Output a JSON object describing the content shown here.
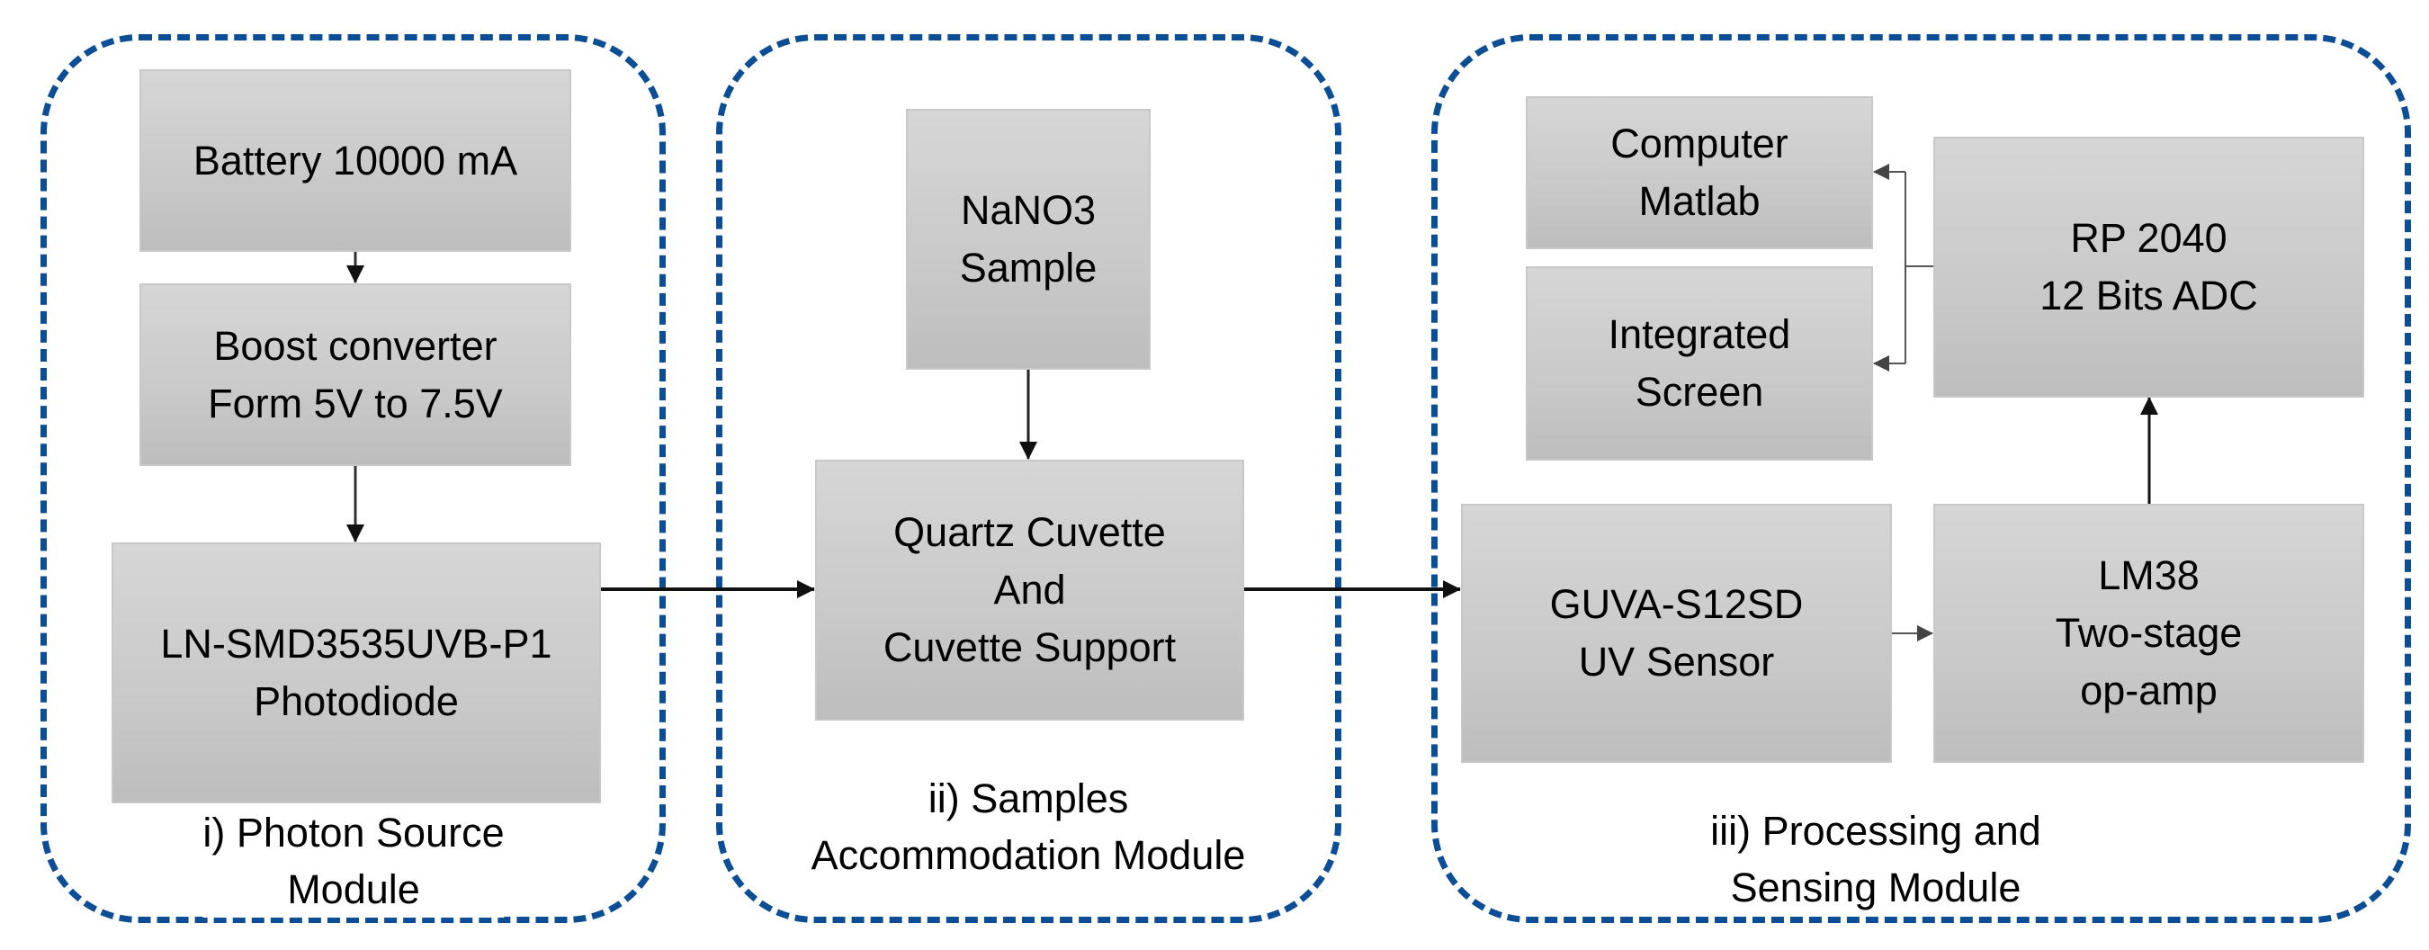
{
  "diagram": {
    "modules": [
      {
        "id": "photon-source",
        "label_lines": [
          "i) Photon Source",
          "Module"
        ]
      },
      {
        "id": "samples-accommodation",
        "label_lines": [
          "ii) Samples",
          "Accommodation Module"
        ]
      },
      {
        "id": "processing-sensing",
        "label_lines": [
          "iii) Processing and",
          "Sensing Module"
        ]
      }
    ],
    "blocks": {
      "battery": {
        "lines": [
          "Battery 10000 mA"
        ]
      },
      "boost": {
        "lines": [
          "Boost converter",
          "Form 5V to 7.5V"
        ]
      },
      "photodiode": {
        "lines": [
          "LN-SMD3535UVB-P1",
          "Photodiode"
        ]
      },
      "sample": {
        "lines": [
          "NaNO3",
          "Sample"
        ]
      },
      "cuvette": {
        "lines": [
          "Quartz Cuvette",
          "And",
          "Cuvette Support"
        ]
      },
      "computer": {
        "lines": [
          "Computer",
          "Matlab"
        ]
      },
      "screen": {
        "lines": [
          "Integrated",
          "Screen"
        ]
      },
      "mcu": {
        "lines": [
          "RP 2040",
          "12 Bits ADC"
        ]
      },
      "sensor": {
        "lines": [
          "GUVA-S12SD",
          "UV Sensor"
        ]
      },
      "amplifier": {
        "lines": [
          "LM38",
          "Two-stage",
          "op-amp"
        ]
      }
    },
    "connections": [
      {
        "from": "battery",
        "to": "boost"
      },
      {
        "from": "boost",
        "to": "photodiode"
      },
      {
        "from": "photodiode",
        "to": "cuvette"
      },
      {
        "from": "sample",
        "to": "cuvette"
      },
      {
        "from": "cuvette",
        "to": "sensor"
      },
      {
        "from": "sensor",
        "to": "amplifier"
      },
      {
        "from": "amplifier",
        "to": "mcu"
      },
      {
        "from": "mcu",
        "to": "computer"
      },
      {
        "from": "mcu",
        "to": "screen"
      }
    ],
    "colors": {
      "module_border": "#0b4e96",
      "block_fill": "#cccccc",
      "arrow": "#111111"
    }
  }
}
